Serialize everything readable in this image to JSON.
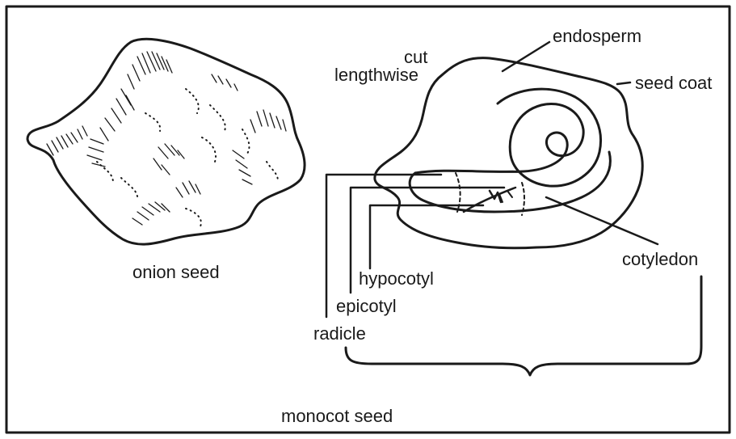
{
  "labels": {
    "onion_seed": "onion seed",
    "cut_line1": "cut",
    "cut_line2": "lengthwise",
    "endosperm": "endosperm",
    "seed_coat": "seed coat",
    "cotyledon": "cotyledon",
    "hypocotyl": "hypocotyl",
    "epicotyl": "epicotyl",
    "radicle": "radicle",
    "monocot_seed": "monocot seed"
  },
  "colors": {
    "ink": "#1a1a1a",
    "paper": "#ffffff"
  }
}
